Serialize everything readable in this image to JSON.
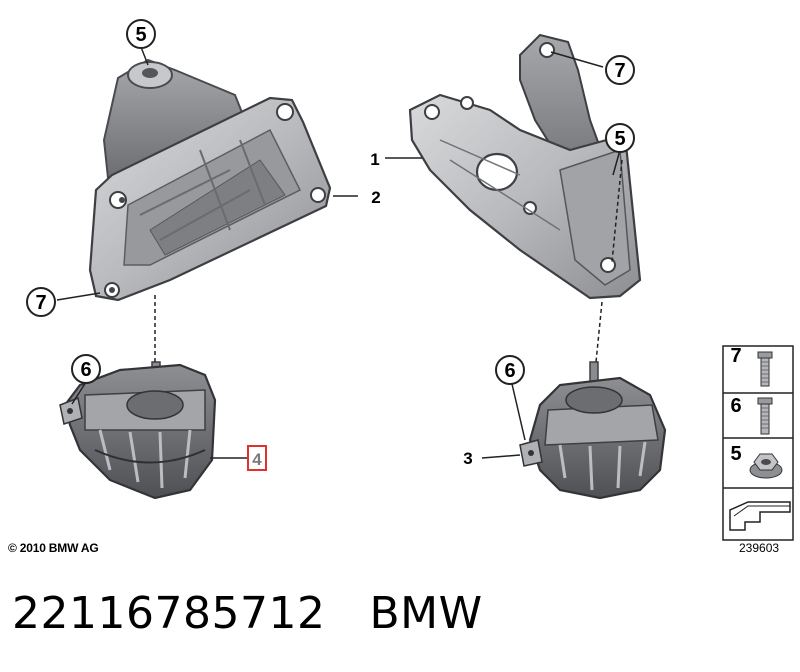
{
  "diagram": {
    "copyright": "© 2010 BMW AG",
    "image_number": "239603",
    "callouts": {
      "left_bracket_top_nut": "5",
      "left_bracket_bolt": "7",
      "left_bracket_part": "2",
      "left_mount_bolt": "6",
      "left_mount_part": "4",
      "right_bracket_part": "1",
      "right_bracket_top_bolt": "7",
      "right_bracket_nut": "5",
      "right_mount_bolt": "6",
      "right_mount_part": "3"
    },
    "legend": {
      "rows": [
        {
          "label": "7",
          "icon": "hex-flange-bolt-long-icon"
        },
        {
          "label": "6",
          "icon": "hex-flange-bolt-short-icon"
        },
        {
          "label": "5",
          "icon": "hex-flange-nut-icon"
        }
      ],
      "footer_icon": "reference-arrow-icon"
    },
    "highlight_color": "#e0312f"
  },
  "caption": {
    "part_number": "22116785712",
    "brand": "BMW"
  }
}
